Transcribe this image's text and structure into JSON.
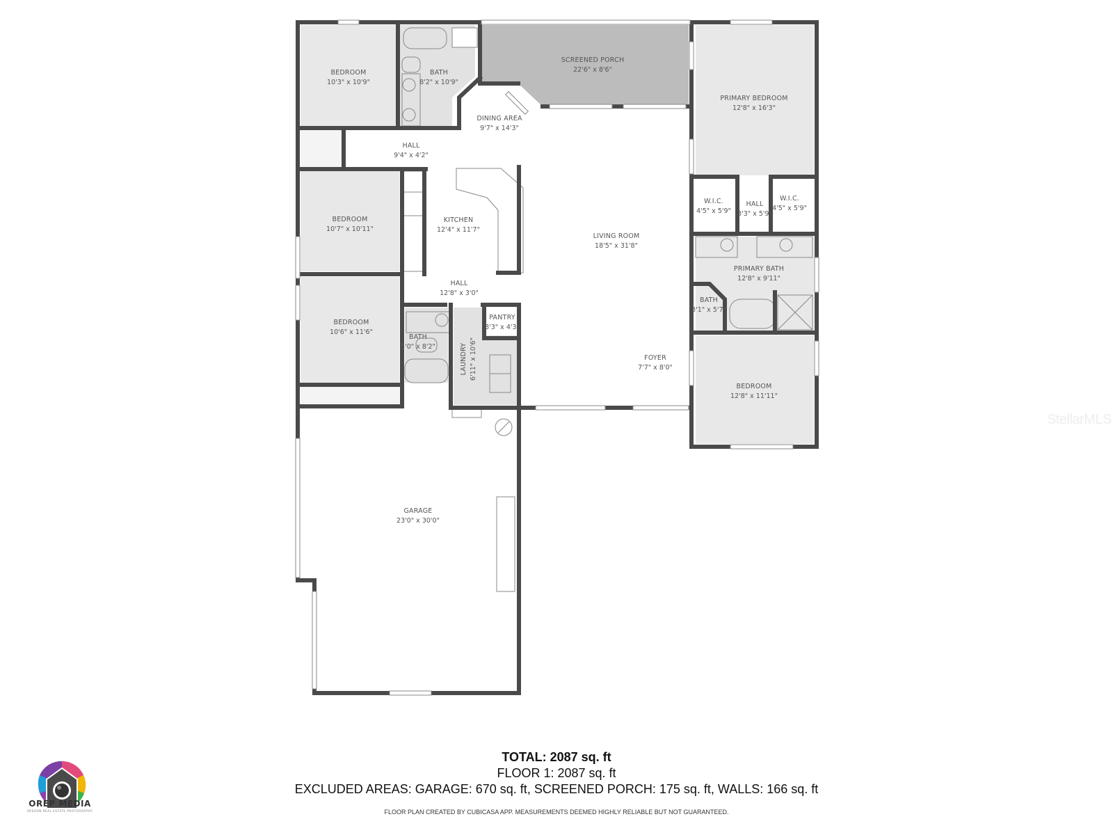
{
  "colors": {
    "wall": "#4a4a4a",
    "room_fill": "#e8e8e8",
    "porch_fill": "#bcbcbc",
    "open_fill": "#ffffff",
    "label": "#555555"
  },
  "rooms": [
    {
      "id": "bedroom-nw",
      "label": "BEDROOM",
      "dims": "10'3\" x 10'9\""
    },
    {
      "id": "bath-north",
      "label": "BATH",
      "dims": "8'2\" x 10'9\""
    },
    {
      "id": "screened-porch",
      "label": "SCREENED PORCH",
      "dims": "22'6\" x 8'6\""
    },
    {
      "id": "primary-bedroom",
      "label": "PRIMARY BEDROOM",
      "dims": "12'8\" x 16'3\""
    },
    {
      "id": "dining-area",
      "label": "DINING AREA",
      "dims": "9'7\" x 14'3\""
    },
    {
      "id": "hall-north",
      "label": "HALL",
      "dims": "9'4\" x 4'2\""
    },
    {
      "id": "bedroom-w",
      "label": "BEDROOM",
      "dims": "10'7\" x 10'11\""
    },
    {
      "id": "kitchen",
      "label": "KITCHEN",
      "dims": "12'4\" x 11'7\""
    },
    {
      "id": "living-room",
      "label": "LIVING ROOM",
      "dims": "18'5\" x 31'8\""
    },
    {
      "id": "wic-left",
      "label": "W.I.C.",
      "dims": "4'5\" x 5'9\""
    },
    {
      "id": "hall-primary",
      "label": "HALL",
      "dims": "3'3\" x 5'9\""
    },
    {
      "id": "wic-right",
      "label": "W.I.C.",
      "dims": "4'5\" x 5'9\""
    },
    {
      "id": "primary-bath",
      "label": "PRIMARY BATH",
      "dims": "12'8\" x 9'11\""
    },
    {
      "id": "bath-small",
      "label": "BATH",
      "dims": "3'1\" x 5'7\""
    },
    {
      "id": "hall-central",
      "label": "HALL",
      "dims": "12'8\" x 3'0\""
    },
    {
      "id": "bedroom-sw",
      "label": "BEDROOM",
      "dims": "10'6\" x 11'6\""
    },
    {
      "id": "bath-south",
      "label": "BATH",
      "dims": "5'0\" x 8'2\""
    },
    {
      "id": "laundry",
      "label": "LAUNDRY",
      "dims": "6'11\" x 10'6\""
    },
    {
      "id": "pantry",
      "label": "PANTRY",
      "dims": "3'3\" x 4'3\""
    },
    {
      "id": "foyer",
      "label": "FOYER",
      "dims": "7'7\" x 8'0\""
    },
    {
      "id": "bedroom-se",
      "label": "BEDROOM",
      "dims": "12'8\" x 11'11\""
    },
    {
      "id": "garage",
      "label": "GARAGE",
      "dims": "23'0\" x 30'0\""
    }
  ],
  "summary": {
    "total": "TOTAL: 2087 sq. ft",
    "floor1": "FLOOR 1: 2087 sq. ft",
    "excluded": "EXCLUDED AREAS: GARAGE: 670 sq. ft, SCREENED PORCH: 175 sq. ft, WALLS: 166 sq. ft",
    "disclaimer": "FLOOR PLAN CREATED BY CUBICASA APP. MEASUREMENTS DEEMED HIGHLY RELIABLE BUT NOT GUARANTEED."
  },
  "branding": {
    "logo_name": "OREP MEDIA",
    "logo_tagline": "OREGON REAL ESTATE PHOTOGRAPHY",
    "watermark": "StellarMLS"
  }
}
